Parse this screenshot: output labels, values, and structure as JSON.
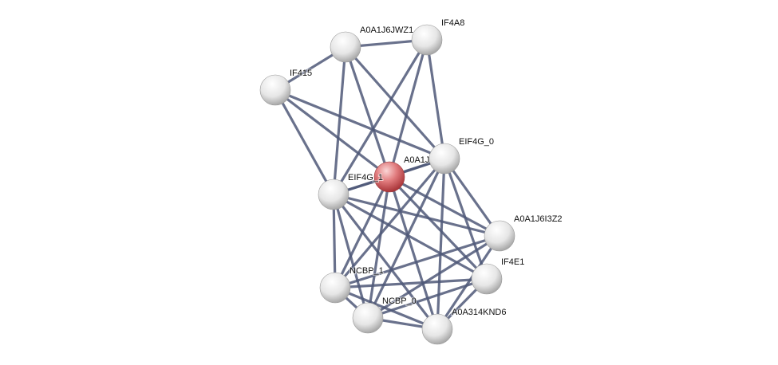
{
  "nodes": [
    {
      "id": "A0A1J6JWZ1",
      "label": "A0A1J6JWZ1",
      "highlight": false
    },
    {
      "id": "IF4A8",
      "label": "IF4A8",
      "highlight": false
    },
    {
      "id": "IF415",
      "label": "IF415",
      "highlight": false
    },
    {
      "id": "EIF4G_0",
      "label": "EIF4G_0",
      "highlight": false
    },
    {
      "id": "A0A1J",
      "label": "A0A1J",
      "highlight": true
    },
    {
      "id": "EIF4G_1",
      "label": "EIF4G_1",
      "highlight": false
    },
    {
      "id": "A0A1J6I3Z2",
      "label": "A0A1J6I3Z2",
      "highlight": false
    },
    {
      "id": "IF4E1",
      "label": "IF4E1",
      "highlight": false
    },
    {
      "id": "NCBP_1",
      "label": "NCBP_1",
      "highlight": false
    },
    {
      "id": "NCBP_0",
      "label": "NCBP_0",
      "highlight": false
    },
    {
      "id": "A0A314KND6",
      "label": "A0A314KND6",
      "highlight": false
    }
  ],
  "edges": [
    [
      "A0A1J6JWZ1",
      "IF4A8"
    ],
    [
      "A0A1J6JWZ1",
      "IF415"
    ],
    [
      "A0A1J6JWZ1",
      "EIF4G_1"
    ],
    [
      "A0A1J6JWZ1",
      "A0A1J"
    ],
    [
      "A0A1J6JWZ1",
      "EIF4G_0"
    ],
    [
      "IF4A8",
      "EIF4G_1"
    ],
    [
      "IF4A8",
      "A0A1J"
    ],
    [
      "IF4A8",
      "EIF4G_0"
    ],
    [
      "IF415",
      "EIF4G_1"
    ],
    [
      "IF415",
      "A0A1J"
    ],
    [
      "IF415",
      "EIF4G_0"
    ],
    [
      "A0A1J",
      "EIF4G_1"
    ],
    [
      "A0A1J",
      "EIF4G_0"
    ],
    [
      "A0A1J",
      "A0A1J6I3Z2"
    ],
    [
      "A0A1J",
      "IF4E1"
    ],
    [
      "A0A1J",
      "NCBP_1"
    ],
    [
      "A0A1J",
      "NCBP_0"
    ],
    [
      "A0A1J",
      "A0A314KND6"
    ],
    [
      "EIF4G_0",
      "EIF4G_1"
    ],
    [
      "EIF4G_0",
      "A0A1J6I3Z2"
    ],
    [
      "EIF4G_0",
      "IF4E1"
    ],
    [
      "EIF4G_0",
      "NCBP_1"
    ],
    [
      "EIF4G_0",
      "NCBP_0"
    ],
    [
      "EIF4G_0",
      "A0A314KND6"
    ],
    [
      "EIF4G_1",
      "A0A1J6I3Z2"
    ],
    [
      "EIF4G_1",
      "IF4E1"
    ],
    [
      "EIF4G_1",
      "NCBP_1"
    ],
    [
      "EIF4G_1",
      "NCBP_0"
    ],
    [
      "EIF4G_1",
      "A0A314KND6"
    ],
    [
      "A0A1J6I3Z2",
      "NCBP_1"
    ],
    [
      "A0A1J6I3Z2",
      "NCBP_0"
    ],
    [
      "A0A1J6I3Z2",
      "A0A314KND6"
    ],
    [
      "IF4E1",
      "NCBP_1"
    ],
    [
      "IF4E1",
      "NCBP_0"
    ],
    [
      "IF4E1",
      "A0A314KND6"
    ],
    [
      "NCBP_1",
      "NCBP_0"
    ],
    [
      "NCBP_1",
      "A0A314KND6"
    ],
    [
      "NCBP_0",
      "A0A314KND6"
    ]
  ],
  "colors": {
    "edge": "#4f5878",
    "node": "#e8e8e8",
    "highlight": "#d9575b"
  }
}
